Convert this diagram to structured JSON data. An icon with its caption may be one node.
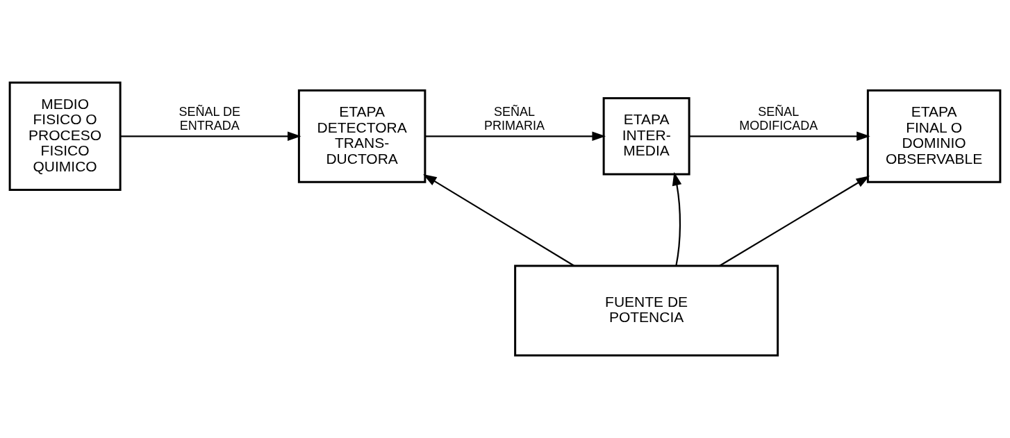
{
  "diagram": {
    "nodes": [
      {
        "text": [
          "MEDIO FISICO O PROCESO FISICO QUIMICO"
        ]
      },
      {
        "text": [
          "ETAPA DETECTORA TRANS- DUCTORA"
        ]
      },
      {
        "text": [
          "ETAPA INTER- MEDIA"
        ]
      },
      {
        "text": [
          "ETAPA FINAL O DOMINIO OBSERVABLE"
        ]
      },
      {
        "text": [
          "FUENTE DE POTENCIA"
        ]
      }
    ],
    "edges": [
      {
        "from": 0,
        "to": 1,
        "arrow": "to",
        "label": "SEÑAL DE ENTRADA"
      },
      {
        "from": 1,
        "to": 2,
        "arrow": "to",
        "label": "SEÑAL PRIMARIA"
      },
      {
        "from": 2,
        "to": 3,
        "arrow": "to",
        "label": "SEÑAL MODIFICADA"
      },
      {
        "from": 4,
        "to": 1,
        "arrow": "to"
      },
      {
        "from": 4,
        "to": 2,
        "arrow": "to"
      },
      {
        "from": 4,
        "to": 3,
        "arrow": "to"
      }
    ]
  }
}
